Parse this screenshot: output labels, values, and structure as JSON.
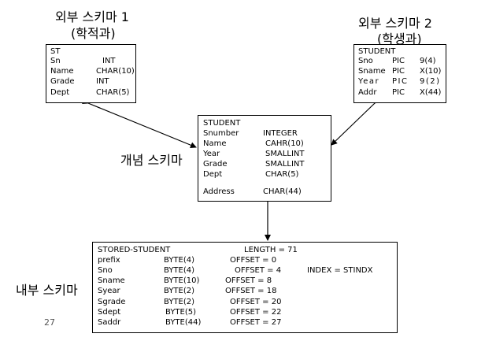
{
  "labels": {
    "external1_title": "외부 스키마 1",
    "external1_sub": "(학적과)",
    "external2_title": "외부 스키마 2",
    "external2_sub": "(학생과)",
    "conceptual": "개념 스키마",
    "internal": "내부 스키마",
    "page_number": "27"
  },
  "external1": {
    "header": "ST",
    "fields": [
      {
        "name": "Sn",
        "type": "INT"
      },
      {
        "name": "Name",
        "type": "CHAR(10)"
      },
      {
        "name": "Grade",
        "type": "INT"
      },
      {
        "name": "Dept",
        "type": "CHAR(5)"
      }
    ]
  },
  "external2": {
    "header": "STUDENT",
    "fields": [
      {
        "name": "Sno",
        "kind": "PIC",
        "size": "9(4)"
      },
      {
        "name": "Sname",
        "kind": "PIC",
        "size": "X(10)"
      },
      {
        "name": "Year",
        "kind": "PIC",
        "size": "9(2)"
      },
      {
        "name": "Addr",
        "kind": "PIC",
        "size": "X(44)"
      }
    ]
  },
  "conceptual_schema": {
    "header": "STUDENT",
    "fields": [
      {
        "name": "Snumber",
        "type": "INTEGER"
      },
      {
        "name": "Name",
        "type": "CAHR(10)"
      },
      {
        "name": "Year",
        "type": "SMALLINT"
      },
      {
        "name": "Grade",
        "type": "SMALLINT"
      },
      {
        "name": "Dept",
        "type": "CHAR(5)"
      },
      {
        "name": "Address",
        "type": "CHAR(44)"
      }
    ]
  },
  "internal_schema": {
    "header": "STORED-STUDENT",
    "length": "LENGTH = 71",
    "index": "INDEX = STINDX",
    "fields": [
      {
        "name": "prefix",
        "type": "BYTE(4)",
        "offset": "OFFSET = 0"
      },
      {
        "name": "Sno",
        "type": "BYTE(4)",
        "offset": "OFFSET = 4"
      },
      {
        "name": "Sname",
        "type": "BYTE(10)",
        "offset": "OFFSET = 8"
      },
      {
        "name": "Syear",
        "type": "BYTE(2)",
        "offset": "OFFSET = 18"
      },
      {
        "name": "Sgrade",
        "type": "BYTE(2)",
        "offset": "OFFSET = 20"
      },
      {
        "name": "Sdept",
        "type": "BYTE(5)",
        "offset": "OFFSET = 22"
      },
      {
        "name": "Saddr",
        "type": "BYTE(44)",
        "offset": "OFFSET = 27"
      }
    ]
  }
}
